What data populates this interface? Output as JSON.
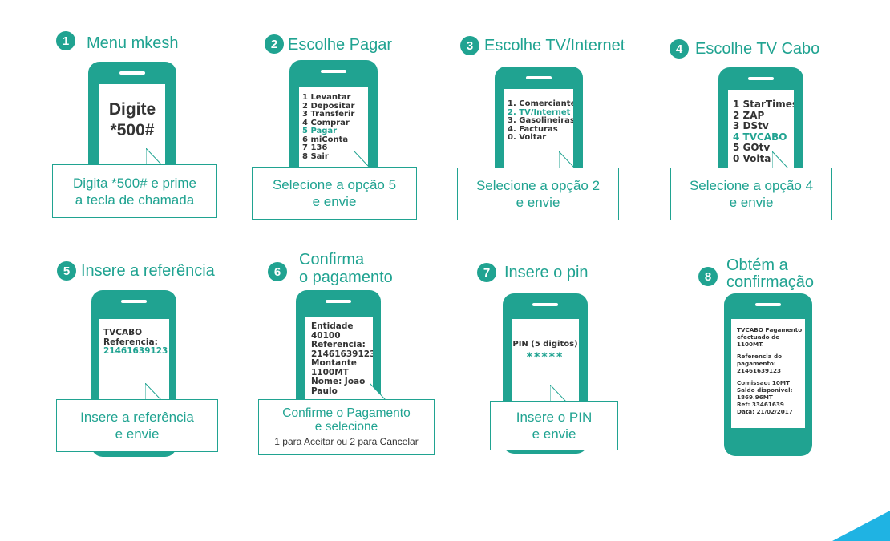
{
  "steps": [
    {
      "num": "1",
      "title": "Menu mkesh",
      "screen_big": [
        "Digite",
        "*500#"
      ],
      "bubble": [
        "Digita *500# e prime",
        "a tecla de chamada"
      ]
    },
    {
      "num": "2",
      "title": "Escolhe Pagar",
      "menu": [
        "1 Levantar",
        "2 Depositar",
        "3 Transferir",
        "4 Comprar",
        "5 Pagar",
        "6 miConta",
        "7 136",
        "8 Sair"
      ],
      "bubble": [
        "Selecione a opção 5",
        "e envie"
      ]
    },
    {
      "num": "3",
      "title": "Escolhe TV/Internet",
      "menu": [
        "1. Comerciante",
        "2. TV/Internet",
        "3. Gasolineiras",
        "4. Facturas",
        "0. Voltar"
      ],
      "bubble": [
        "Selecione a opção 2",
        "e envie"
      ]
    },
    {
      "num": "4",
      "title": "Escolhe TV Cabo",
      "menu": [
        "1 StarTimes",
        "2 ZAP",
        "3 DStv",
        "4 TVCABO",
        "5 GOtv",
        "0 Volta"
      ],
      "bubble": [
        "Selecione a opção 4",
        "e envie"
      ]
    },
    {
      "num": "5",
      "title": "Insere a referência",
      "menu": [
        "TVCABO",
        "Referencia:",
        "21461639123"
      ],
      "bubble": [
        "Insere a referência",
        "e envie"
      ]
    },
    {
      "num": "6",
      "title": [
        "Confirma",
        "o pagamento"
      ],
      "menu": [
        "Entidade",
        "40100",
        "Referencia:",
        "21461639123",
        "Montante",
        "1100MT",
        "Nome: Joao",
        "Paulo"
      ],
      "bubble": [
        "Confirme o Pagamento",
        "e selecione"
      ],
      "bubble_small": "1 para Aceitar ou  2 para Cancelar"
    },
    {
      "num": "7",
      "title": "Insere o pin",
      "menu": [
        "PIN (5 digitos)",
        "*****"
      ],
      "bubble": [
        "Insere o PIN",
        "e envie"
      ]
    },
    {
      "num": "8",
      "title": [
        "Obtém a",
        "confirmação"
      ],
      "menu": [
        "TVCABO Pagamento",
        "efectuado de",
        "1100MT.",
        "Referencia do",
        "pagamento:",
        "21461639123",
        "Comissao: 10MT",
        "Saldo disponivel:",
        "1869.96MT",
        "Ref: 33461639",
        "Data: 21/02/2017"
      ]
    }
  ],
  "colors": {
    "accent": "#20a391",
    "corner": "#1fb3e3"
  }
}
